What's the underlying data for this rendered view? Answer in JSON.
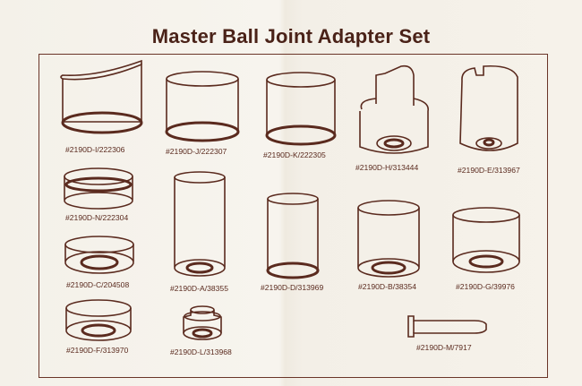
{
  "title": "Master Ball Joint Adapter Set",
  "parts": [
    {
      "id": "i",
      "label": "#2190D-I/222306"
    },
    {
      "id": "j",
      "label": "#2190D-J/222307"
    },
    {
      "id": "k",
      "label": "#2190D-K/222305"
    },
    {
      "id": "h",
      "label": "#2190D-H/313444"
    },
    {
      "id": "e",
      "label": "#2190D-E/313967"
    },
    {
      "id": "n",
      "label": "#2190D-N/222304"
    },
    {
      "id": "a",
      "label": "#2190D-A/38355"
    },
    {
      "id": "d",
      "label": "#2190D-D/313969"
    },
    {
      "id": "b",
      "label": "#2190D-B/38354"
    },
    {
      "id": "g",
      "label": "#2190D-G/39976"
    },
    {
      "id": "c",
      "label": "#2190D-C/204508"
    },
    {
      "id": "f",
      "label": "#2190D-F/313970"
    },
    {
      "id": "l",
      "label": "#2190D-L/313968"
    },
    {
      "id": "m",
      "label": "#2190D-M/7917"
    }
  ],
  "colors": {
    "ink": "#5a2a1e",
    "title": "#4a2218",
    "paper": "#f3efe6"
  }
}
